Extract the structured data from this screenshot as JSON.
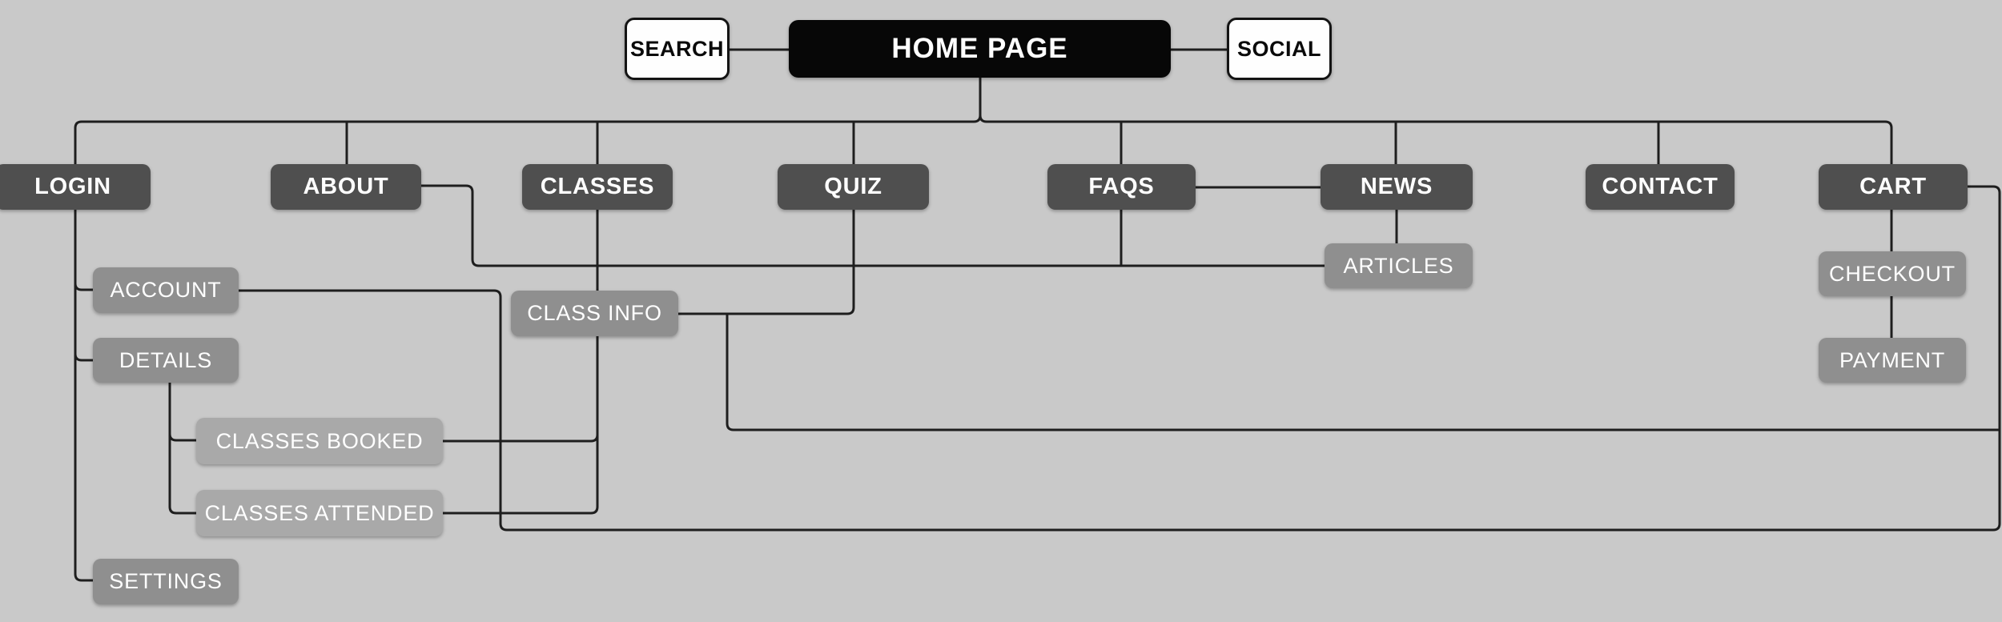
{
  "diagram": {
    "nodes": {
      "search": {
        "label": "SEARCH"
      },
      "home": {
        "label": "HOME PAGE"
      },
      "social": {
        "label": "SOCIAL"
      },
      "login": {
        "label": "LOGIN"
      },
      "about": {
        "label": "ABOUT"
      },
      "classes": {
        "label": "CLASSES"
      },
      "quiz": {
        "label": "QUIZ"
      },
      "faqs": {
        "label": "FAQS"
      },
      "news": {
        "label": "NEWS"
      },
      "contact": {
        "label": "CONTACT"
      },
      "cart": {
        "label": "CART"
      },
      "account": {
        "label": "ACCOUNT"
      },
      "details": {
        "label": "DETAILS"
      },
      "settings": {
        "label": "SETTINGS"
      },
      "classes_booked": {
        "label": "CLASSES BOOKED"
      },
      "classes_attended": {
        "label": "CLASSES ATTENDED"
      },
      "class_info": {
        "label": "CLASS INFO"
      },
      "articles": {
        "label": "ARTICLES"
      },
      "checkout": {
        "label": "CHECKOUT"
      },
      "payment": {
        "label": "PAYMENT"
      }
    },
    "edges": [
      [
        "search",
        "home"
      ],
      [
        "home",
        "social"
      ],
      [
        "home",
        "login"
      ],
      [
        "home",
        "about"
      ],
      [
        "home",
        "classes"
      ],
      [
        "home",
        "quiz"
      ],
      [
        "home",
        "faqs"
      ],
      [
        "home",
        "news"
      ],
      [
        "home",
        "contact"
      ],
      [
        "home",
        "cart"
      ],
      [
        "login",
        "account"
      ],
      [
        "login",
        "details"
      ],
      [
        "login",
        "settings"
      ],
      [
        "details",
        "classes_booked"
      ],
      [
        "details",
        "classes_attended"
      ],
      [
        "classes",
        "class_info"
      ],
      [
        "class_info",
        "classes_booked"
      ],
      [
        "class_info",
        "classes_attended"
      ],
      [
        "quiz",
        "class_info"
      ],
      [
        "class_info",
        "cart"
      ],
      [
        "about",
        "articles"
      ],
      [
        "faqs",
        "articles"
      ],
      [
        "faqs",
        "news"
      ],
      [
        "news",
        "articles"
      ],
      [
        "account",
        "cart"
      ],
      [
        "cart",
        "checkout"
      ],
      [
        "checkout",
        "payment"
      ]
    ],
    "colors": {
      "background": "#c9c9c9",
      "line": "#1e1e1e",
      "home_box": "#070707",
      "utility_box": "#fefefe",
      "utility_text": "#0a0a0a",
      "level2_box": "#4f4f4f",
      "level3_box": "#8f8f8f",
      "level4_box": "#a9a9a9",
      "box_text": "#ffffff"
    }
  }
}
